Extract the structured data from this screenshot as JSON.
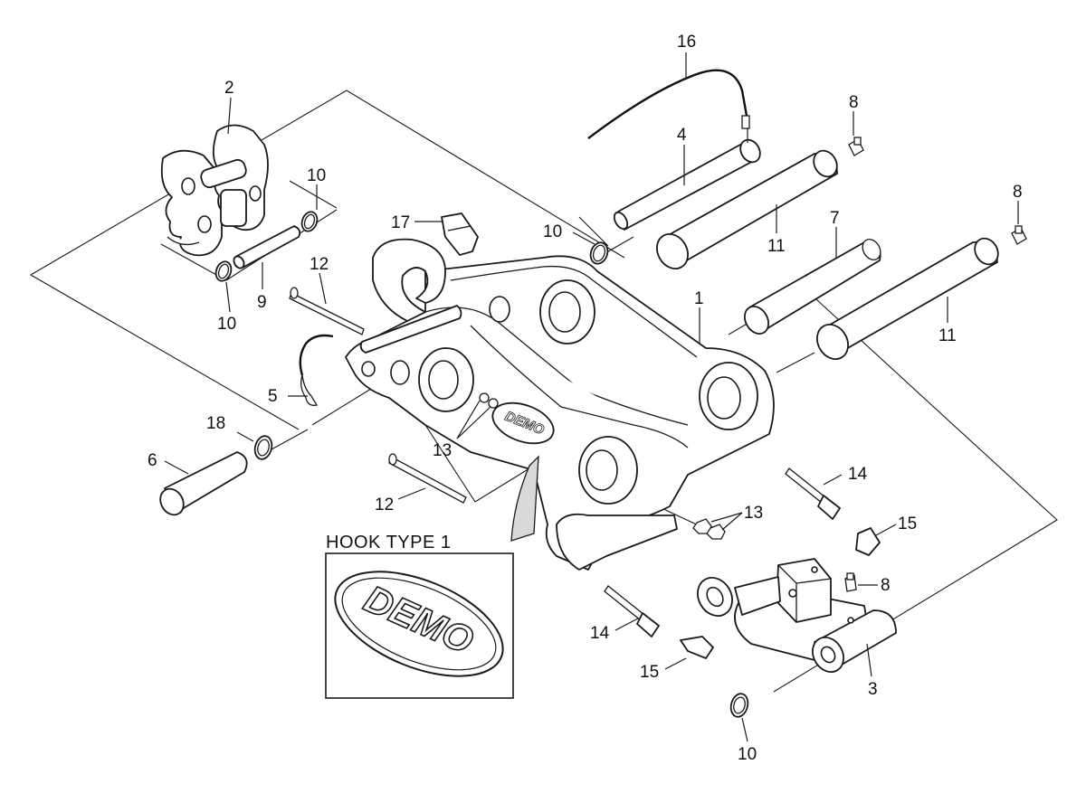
{
  "callouts": {
    "c1": "1",
    "c2": "2",
    "c3": "3",
    "c4": "4",
    "c5": "5",
    "c6": "6",
    "c7": "7",
    "c8a": "8",
    "c8b": "8",
    "c8c": "8",
    "c9": "9",
    "c10a": "10",
    "c10b": "10",
    "c10c": "10",
    "c10d": "10",
    "c11a": "11",
    "c11b": "11",
    "c12a": "12",
    "c12b": "12",
    "c13a": "13",
    "c13b": "13",
    "c14a": "14",
    "c14b": "14",
    "c15a": "15",
    "c15b": "15",
    "c16": "16",
    "c17": "17",
    "c18": "18"
  },
  "detail": {
    "title": "HOOK TYPE 1",
    "brand": "DEMO",
    "brand_small": "DEMO"
  }
}
